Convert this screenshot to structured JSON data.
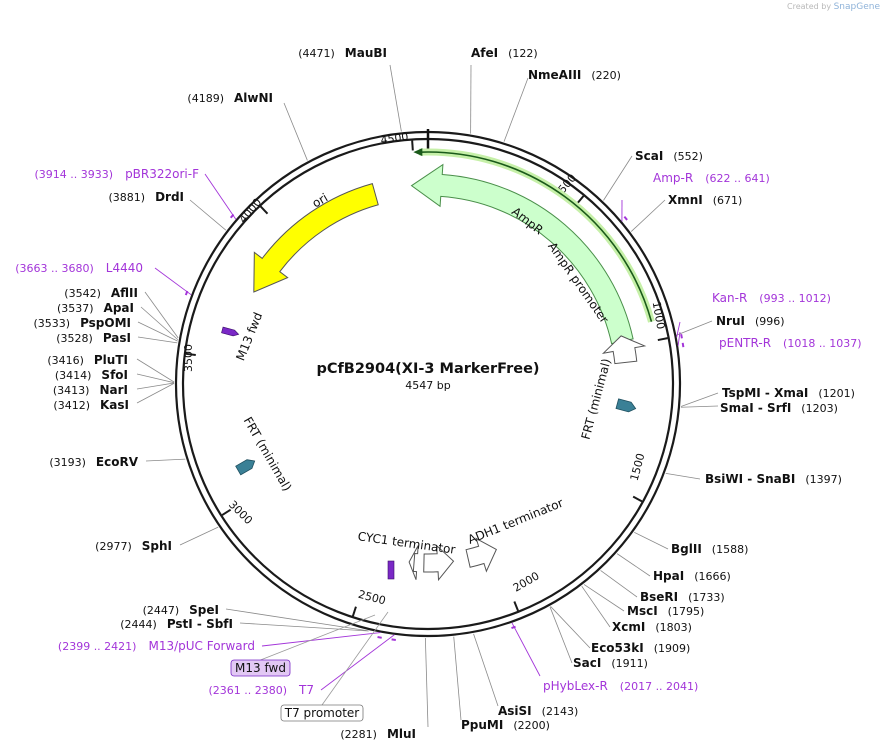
{
  "credit": {
    "prefix": "Created by",
    "brand": "SnapGene"
  },
  "plasmid": {
    "name": "pCfB2904(XI-3 MarkerFree)",
    "size_label": "4547 bp"
  },
  "colors": {
    "feature_label": "#a335d9",
    "backbone": "#1a1a1a",
    "ori": "#ffff00",
    "ampr": "#ccffcc",
    "frt": "#3a8096",
    "m13": "#7a28c6"
  },
  "ticks": [
    "500",
    "1000",
    "1500",
    "2000",
    "2500",
    "3000",
    "3500",
    "4000",
    "4500"
  ],
  "enzymes": [
    {
      "name": "AfeI",
      "pos": "(122)"
    },
    {
      "name": "NmeAIII",
      "pos": "(220)"
    },
    {
      "name": "MauBI",
      "pos": "(4471)"
    },
    {
      "name": "AlwNI",
      "pos": "(4189)"
    },
    {
      "name": "DrdI",
      "pos": "(3881)"
    },
    {
      "name": "ScaI",
      "pos": "(552)"
    },
    {
      "name": "XmnI",
      "pos": "(671)"
    },
    {
      "name": "NruI",
      "pos": "(996)"
    },
    {
      "name": "TspMI  - XmaI",
      "pos": "(1201)"
    },
    {
      "name": "SmaI  - SrfI",
      "pos": "(1203)"
    },
    {
      "name": "BsiWI  - SnaBI",
      "pos": "(1397)"
    },
    {
      "name": "BglII",
      "pos": "(1588)"
    },
    {
      "name": "HpaI",
      "pos": "(1666)"
    },
    {
      "name": "BseRI",
      "pos": "(1733)"
    },
    {
      "name": "MscI",
      "pos": "(1795)"
    },
    {
      "name": "XcmI",
      "pos": "(1803)"
    },
    {
      "name": "Eco53kI",
      "pos": "(1909)"
    },
    {
      "name": "SacI",
      "pos": "(1911)"
    },
    {
      "name": "AsiSI",
      "pos": "(2143)"
    },
    {
      "name": "PpuMI",
      "pos": "(2200)"
    },
    {
      "name": "MluI",
      "pos": "(2281)"
    },
    {
      "name": "SpeI",
      "pos": "(2447)"
    },
    {
      "name": "PstI  - SbfI",
      "pos": "(2444)"
    },
    {
      "name": "SphI",
      "pos": "(2977)"
    },
    {
      "name": "EcoRV",
      "pos": "(3193)"
    },
    {
      "name": "PluTI",
      "pos": "(3416)"
    },
    {
      "name": "SfoI",
      "pos": "(3414)"
    },
    {
      "name": "NarI",
      "pos": "(3413)"
    },
    {
      "name": "KasI",
      "pos": "(3412)"
    },
    {
      "name": "AflII",
      "pos": "(3542)"
    },
    {
      "name": "ApaI",
      "pos": "(3537)"
    },
    {
      "name": "PspOMI",
      "pos": "(3533)"
    },
    {
      "name": "PasI",
      "pos": "(3528)"
    }
  ],
  "primers": [
    {
      "name": "Amp-R",
      "range": "(622 .. 641)"
    },
    {
      "name": "Kan-R",
      "range": "(993 .. 1012)"
    },
    {
      "name": "pENTR-R",
      "range": "(1018 .. 1037)"
    },
    {
      "name": "pHybLex-R",
      "range": "(2017 .. 2041)"
    },
    {
      "name": "M13/pUC Forward",
      "range": "(2399 .. 2421)"
    },
    {
      "name": "T7",
      "range": "(2361 .. 2380)"
    },
    {
      "name": "L4440",
      "range": "(3663 .. 3680)"
    },
    {
      "name": "pBR322ori-F",
      "range": "(3914 .. 3933)"
    }
  ],
  "boxed_labels": {
    "m13_fwd": "M13 fwd",
    "t7_promoter": "T7 promoter"
  },
  "features": {
    "ori": "ori",
    "ampr": "AmpR",
    "ampr_promoter": "AmpR promoter",
    "frt_right": "FRT (minimal)",
    "frt_left": "FRT (minimal)",
    "m13_fwd": "M13 fwd",
    "adh1": "ADH1 terminator",
    "cyc1": "CYC1 terminator"
  }
}
